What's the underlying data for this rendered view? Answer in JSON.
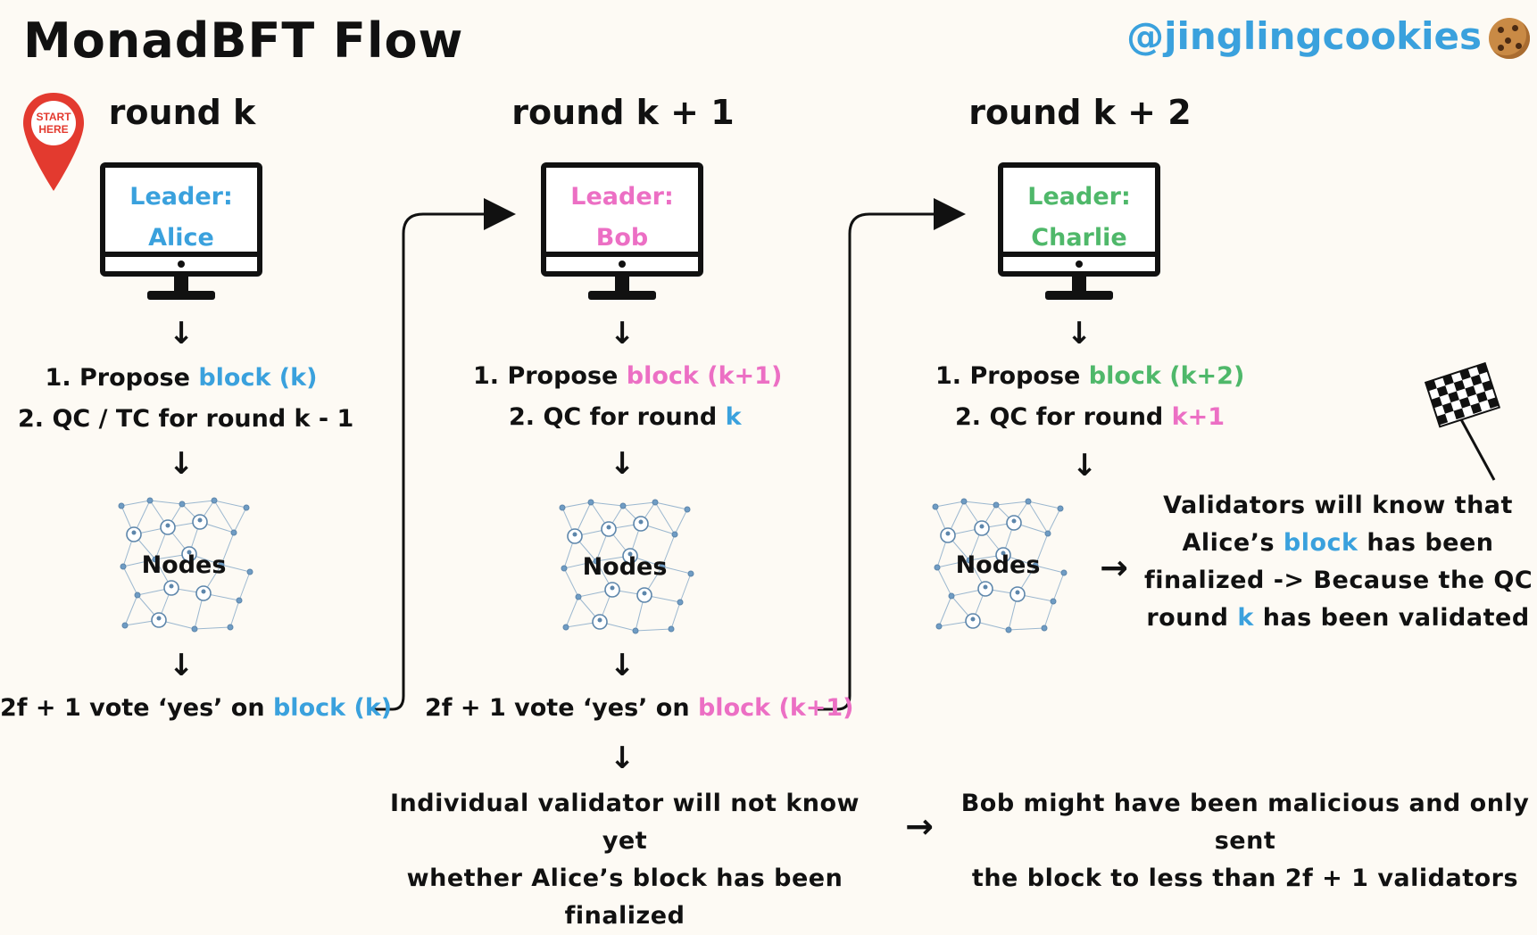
{
  "title": "MonadBFT Flow",
  "handle": "@jinglingcookies",
  "start_badge": "START HERE",
  "arrow_glyph": "↓",
  "right_arrow_glyph": "→",
  "colors": {
    "alice": "#3aa1dd",
    "bob": "#ec6fc4",
    "charlie": "#4fb86a"
  },
  "rounds": [
    {
      "label": "round k",
      "leader_label": "Leader:",
      "leader_name": "Alice",
      "step1_prefix": "1. Propose ",
      "step1_block": "block",
      "step1_suffix": " (k)",
      "step2": "2. QC / TC for round k - 1",
      "nodes": "Nodes",
      "vote_prefix": "2f + 1 vote ‘yes’ on ",
      "vote_block": "block",
      "vote_suffix": " (k)"
    },
    {
      "label": "round k + 1",
      "leader_label": "Leader:",
      "leader_name": "Bob",
      "step1_prefix": "1. Propose ",
      "step1_block": "block",
      "step1_suffix": " (k+1)",
      "step2_prefix": "2. QC for round ",
      "step2_highlight": "k",
      "nodes": "Nodes",
      "vote_prefix": "2f + 1 vote ‘yes’ on ",
      "vote_block": "block",
      "vote_suffix": " (k+1)"
    },
    {
      "label": "round k + 2",
      "leader_label": "Leader:",
      "leader_name": "Charlie",
      "step1_prefix": "1. Propose ",
      "step1_block": "block",
      "step1_suffix": " (k+2)",
      "step2_prefix": "2. QC for round ",
      "step2_highlight": "k+1",
      "nodes": "Nodes"
    }
  ],
  "final_note": {
    "line1": "Validators will know that",
    "line2_prefix": "Alice’s ",
    "line2_block": "block",
    "line2_suffix": " has been",
    "line3": "finalized -> Because the QC for",
    "line4_prefix": "round ",
    "line4_highlight": "k",
    "line4_suffix": " has been validated"
  },
  "bottom_left_note": {
    "line1": "Individual validator will not know yet",
    "line2": "whether Alice’s block has been finalized"
  },
  "bottom_right_note": {
    "line1": "Bob might have been malicious and only sent",
    "line2": "the block to less than 2f + 1 validators"
  }
}
